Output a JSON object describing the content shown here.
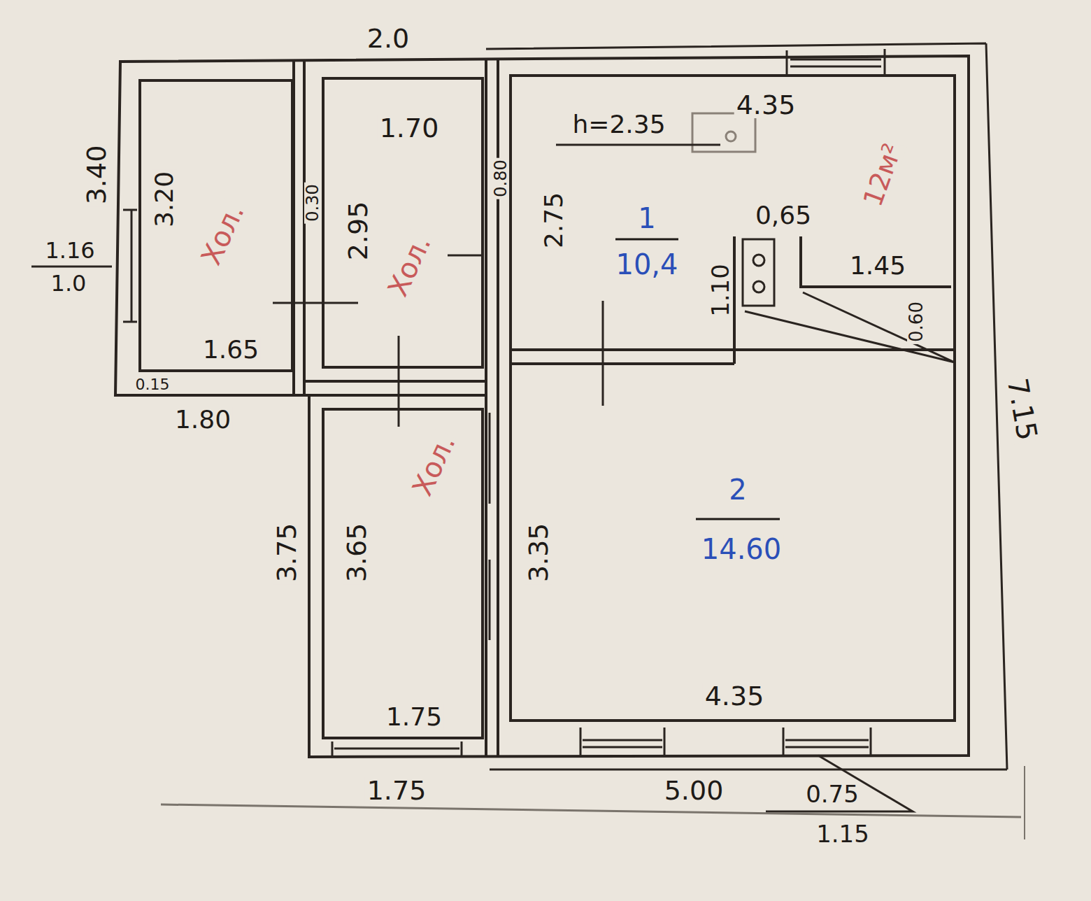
{
  "diagram": {
    "nodes": [
      {
        "text": [
          "Хол."
        ]
      },
      {
        "text": [
          "Хол."
        ]
      },
      {
        "text": [
          "1",
          "10,4"
        ]
      },
      {
        "text": [
          "Хол."
        ]
      },
      {
        "text": [
          "2",
          "14.60"
        ]
      }
    ],
    "labels": [
      "2.0",
      "4.35",
      "h=2.35",
      "3.40",
      "1.16",
      "1.0",
      "3.20",
      "1.70",
      "0.30",
      "2.95",
      "0.80",
      "2.75",
      "12м²",
      "0,65",
      "1.10",
      "1.45",
      "0.60",
      "1.65",
      "0.15",
      "1.80",
      "3.75",
      "3.65",
      "3.35",
      "7.15",
      "4.35",
      "1.75",
      "1.75",
      "5.00",
      "0.75",
      "1.15"
    ]
  }
}
